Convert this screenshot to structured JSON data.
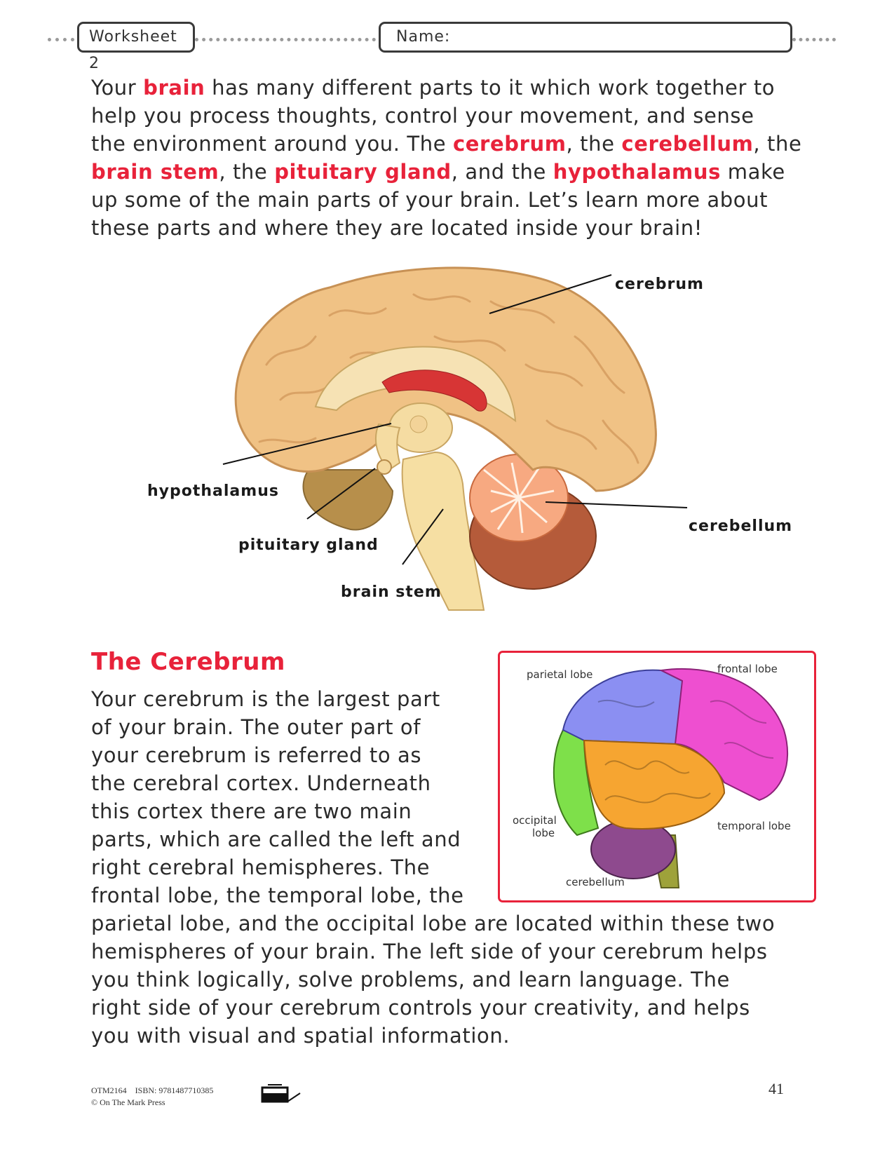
{
  "header": {
    "worksheet_label": "Worksheet 2",
    "name_label": "Name:"
  },
  "intro": {
    "lines": [
      [
        "Your ",
        {
          "hl": "brain"
        },
        " has many different parts to it which work together to"
      ],
      [
        "help you process thoughts, control your movement, and sense"
      ],
      [
        "the environment around you. The ",
        {
          "hl": "cerebrum"
        },
        ", the ",
        {
          "hl": "cerebellum"
        },
        ", the"
      ],
      [
        {
          "hl": "brain stem"
        },
        ", the ",
        {
          "hl": "pituitary gland"
        },
        ", and the ",
        {
          "hl": "hypothalamus"
        },
        " make"
      ],
      [
        "up some of the main parts of your brain. Let’s learn more about"
      ],
      [
        "these parts and where they are located inside your brain!"
      ]
    ]
  },
  "brain_diagram": {
    "labels": {
      "cerebrum": "cerebrum",
      "hypothalamus": "hypothalamus",
      "pituitary_gland": "pituitary gland",
      "brain_stem": "brain stem",
      "cerebellum": "cerebellum"
    }
  },
  "cerebrum_section": {
    "title": "The Cerebrum",
    "lines": [
      "Your cerebrum is the largest part",
      "of your brain. The outer part of",
      "your cerebrum is referred to as",
      "the cerebral cortex. Underneath",
      "this cortex there are two main",
      "parts, which are called the left and",
      "right cerebral hemispheres. The",
      "frontal lobe, the temporal lobe, the",
      "parietal lobe, and the occipital lobe are located within these two",
      "hemispheres of your brain. The left side of your cerebrum helps",
      "you think logically, solve problems, and learn language. The",
      "right side of your cerebrum controls your creativity, and helps",
      "you with visual and spatial information."
    ]
  },
  "lobe_diagram": {
    "labels": {
      "parietal": "parietal lobe",
      "frontal": "frontal lobe",
      "occipital_1": "occipital",
      "occipital_2": "lobe",
      "temporal": "temporal lobe",
      "cerebellum": "cerebellum"
    }
  },
  "footer": {
    "code_line": "OTM2164    ISBN: 9781487710385",
    "publisher": "© On The Mark Press",
    "page_number": "41"
  }
}
